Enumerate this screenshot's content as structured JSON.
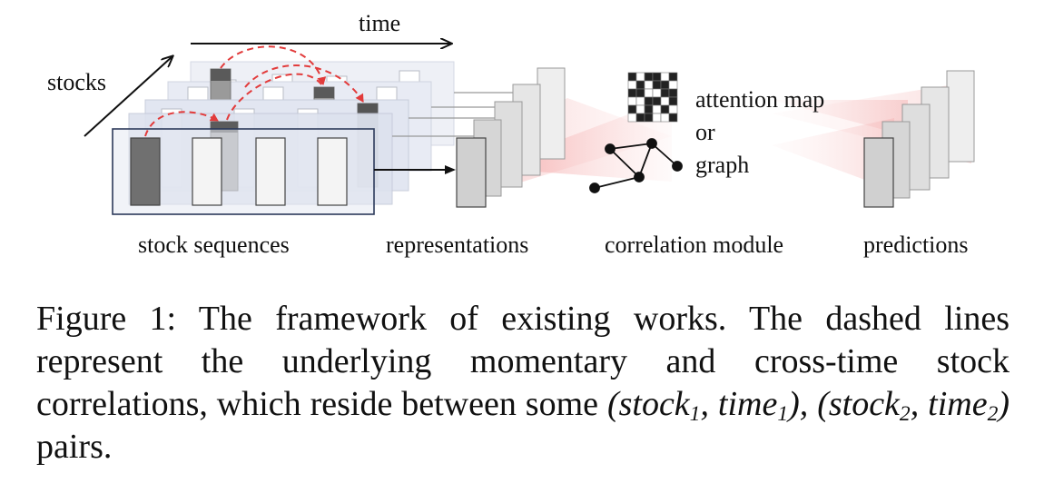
{
  "labels": {
    "time": "time",
    "stocks": "stocks",
    "attention_map": "attention map",
    "or": "or",
    "graph": "graph",
    "stock_sequences": "stock sequences",
    "representations": "representations",
    "correlation_module": "correlation module",
    "predictions": "predictions"
  },
  "caption": {
    "prefix": "Figure 1:",
    "text": " The framework of existing works. The dashed lines represent the underlying momentary and cross-time stock correlations, which reside between some ",
    "pair1_a": "(stock",
    "pair1_a_sub": "1",
    "pair1_sep": ", time",
    "pair1_b_sub": "1",
    "pair1_close": "),",
    "pair2_a": "(stock",
    "pair2_a_sub": "2",
    "pair2_sep": ", time",
    "pair2_b_sub": "2",
    "pair2_close": ")",
    "suffix": " pairs."
  },
  "colors": {
    "dashed_correlation": "#e23b3b",
    "highlight_bar": "#8a8a8a",
    "highlight_cap": "#5a5a5a",
    "frame": "#2c3a5a",
    "attention_fan": "#f5b5b5"
  }
}
